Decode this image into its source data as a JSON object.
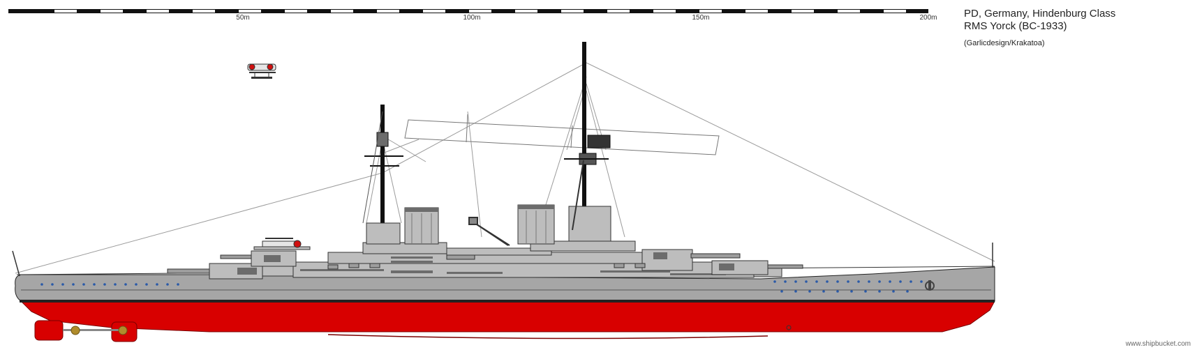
{
  "scale": {
    "labels": [
      "50m",
      "100m",
      "150m",
      "200m"
    ]
  },
  "title": {
    "line1": "PD, Germany, Hindenburg Class",
    "line2": "RMS Yorck (BC-1933)",
    "credit": "(Garlicdesign/Krakatoa)"
  },
  "watermark": "www.shipbucket.com",
  "colors": {
    "hull_red": "#d80000",
    "hull_grey": "#a6a6a6",
    "superstructure_grey": "#bdbdbd",
    "dark_grey": "#6c6c6c",
    "black": "#111111",
    "porthole": "#2a5aa8",
    "rigging": "#9b9b9b",
    "brass": "#b08c2c",
    "roundel_red": "#d01010"
  }
}
